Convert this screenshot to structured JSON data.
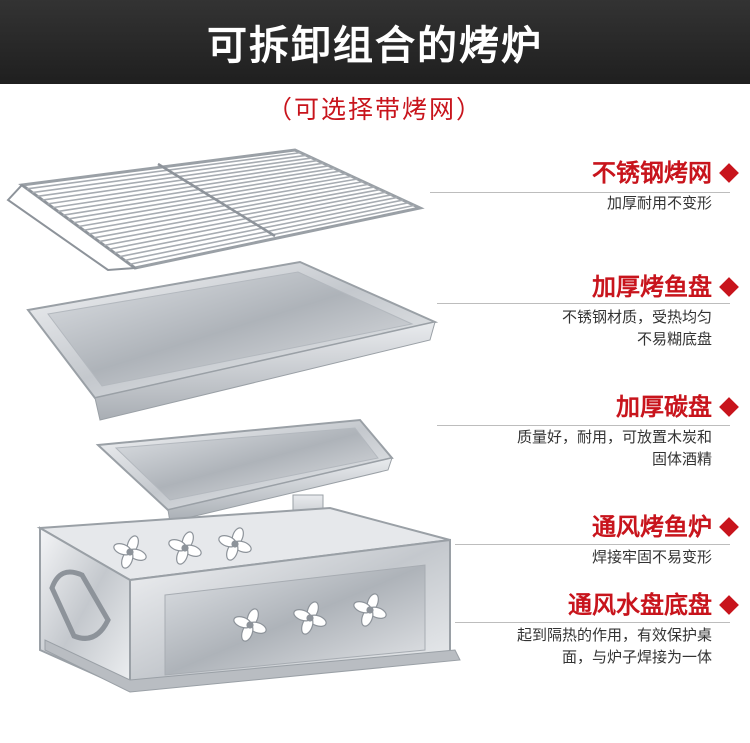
{
  "header": {
    "title": "可拆卸组合的烤炉"
  },
  "subtitle": "（可选择带烤网）",
  "colors": {
    "accent": "#c8141c",
    "banner": "#2b2b2b",
    "steel": "#c9ccd1"
  },
  "icons": {
    "bullet": "diamond-icon"
  },
  "components": [
    {
      "title": "不锈钢烤网",
      "desc": [
        "加厚耐用不变形"
      ]
    },
    {
      "title": "加厚烤鱼盘",
      "desc": [
        "不锈钢材质，受热均匀",
        "不易糊底盘"
      ]
    },
    {
      "title": "加厚碳盘",
      "desc": [
        "质量好，耐用，可放置木炭和",
        "固体酒精"
      ]
    },
    {
      "title": "通风烤鱼炉",
      "desc": [
        "焊接牢固不易变形"
      ]
    },
    {
      "title": "通风水盘底盘",
      "desc": [
        "起到隔热的作用，有效保护桌",
        "面，与炉子焊接为一体"
      ]
    }
  ]
}
